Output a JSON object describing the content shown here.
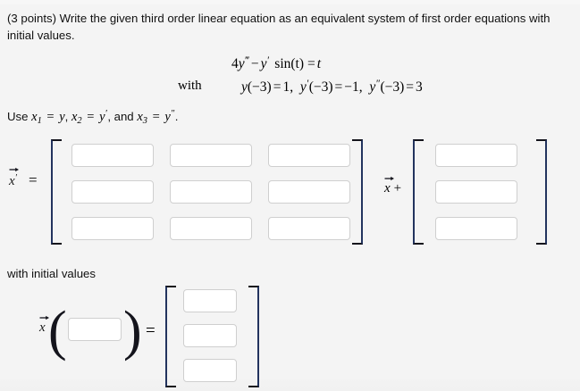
{
  "problem": {
    "statement_line1": "(3 points) Write the given third order linear equation as an equivalent system of first order equations",
    "statement_line2": "with initial values."
  },
  "equation": {
    "main": {
      "coefficient": "4",
      "y_third_derivative": "y",
      "y_third_prime": "‴",
      "minus": "−",
      "y_first_derivative": "y",
      "y_first_prime": "′",
      "sin_term": "sin(t)",
      "equals": "=",
      "rhs": "t",
      "full_text": "4y‴ − y′ sin(t) = t"
    },
    "with_label": "with",
    "initial_conditions": {
      "full_text": "y(−3) = 1,  y′(−3) = −1,  y″(−3) = 3",
      "items": [
        {
          "fn": "y",
          "prime": "",
          "arg": "(−3)",
          "equals": "=",
          "value": "1,"
        },
        {
          "fn": "y",
          "prime": "′",
          "arg": "(−3)",
          "equals": "=",
          "value": "−1,"
        },
        {
          "fn": "y",
          "prime": "″",
          "arg": "(−3)",
          "equals": "=",
          "value": "3"
        }
      ]
    }
  },
  "substitution": {
    "prefix": "Use ",
    "x1": "x",
    "x1_sub": "1",
    "eq1": " = ",
    "y1": "y",
    "comma1": ", ",
    "x2": "x",
    "x2_sub": "2",
    "eq2": " = ",
    "y2": "y",
    "y2_prime": "′",
    "comma2": ", and ",
    "x3": "x",
    "x3_sub": "3",
    "eq3": " = ",
    "y3": "y",
    "y3_prime": "″",
    "period": ".",
    "full_text": "Use x₁ = y, x₂ = y′, and x₃ = y″."
  },
  "system_equation": {
    "lhs_variable": "x",
    "lhs_prime": "′",
    "lhs_equals": "=",
    "coefficient_matrix": {
      "rows": 3,
      "cols": 3,
      "values": [
        [
          "",
          "",
          ""
        ],
        [
          "",
          "",
          ""
        ],
        [
          "",
          "",
          ""
        ]
      ],
      "placeholder": ""
    },
    "middle_operator": {
      "variable": "x",
      "plus": "+"
    },
    "forcing_vector": {
      "rows": 3,
      "values": [
        "",
        "",
        ""
      ],
      "placeholder": ""
    }
  },
  "initial_values_section": {
    "label": "with initial values",
    "lhs_variable": "x",
    "open_paren": "(",
    "argument_value": "",
    "argument_placeholder": "",
    "close_paren": ")",
    "equals": "=",
    "vector": {
      "rows": 3,
      "values": [
        "",
        "",
        ""
      ],
      "placeholder": ""
    }
  },
  "style": {
    "background": "#f4f4f4",
    "input_background": "#ffffff",
    "input_border": "#cfcfcf",
    "bracket_color": "#14141c",
    "bracket_accent": "#22335e",
    "text_color": "#111111"
  }
}
